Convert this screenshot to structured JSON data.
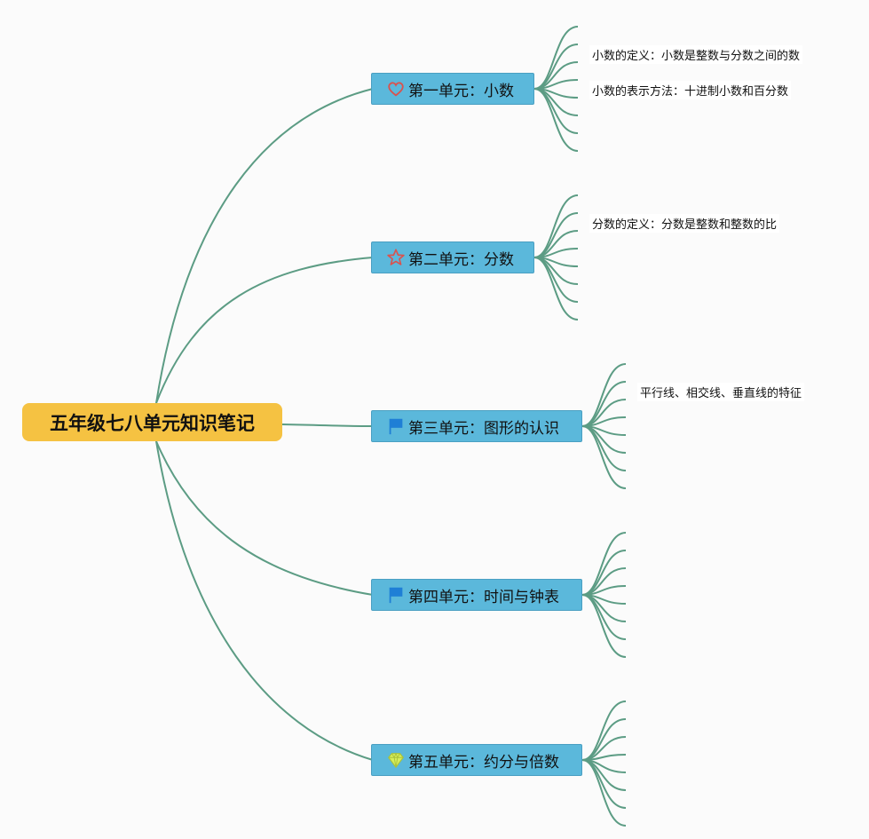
{
  "root": {
    "title": "五年级七八单元知识笔记"
  },
  "branches": [
    {
      "label": "第一单元：小数",
      "icon": "heart-icon",
      "icon_color": "#d9534f",
      "leaves": [
        "小数的定义：小数是整数与分数之间的数",
        "小数的表示方法：十进制小数和百分数"
      ]
    },
    {
      "label": "第二单元：分数",
      "icon": "star-icon",
      "icon_color": "#d9534f",
      "leaves": [
        "分数的定义：分数是整数和整数的比"
      ]
    },
    {
      "label": "第三单元：图形的认识",
      "icon": "flag-icon",
      "icon_color": "#1f7fd6",
      "leaves": [
        "平行线、相交线、垂直线的特征"
      ]
    },
    {
      "label": "第四单元：时间与钟表",
      "icon": "flag-icon",
      "icon_color": "#1f7fd6",
      "leaves": []
    },
    {
      "label": "第五单元：约分与倍数",
      "icon": "gem-icon",
      "icon_color": "#c8e04a",
      "leaves": []
    }
  ],
  "colors": {
    "root": "#f5c242",
    "branch": "#5bb8db",
    "line": "#5c9c84"
  }
}
